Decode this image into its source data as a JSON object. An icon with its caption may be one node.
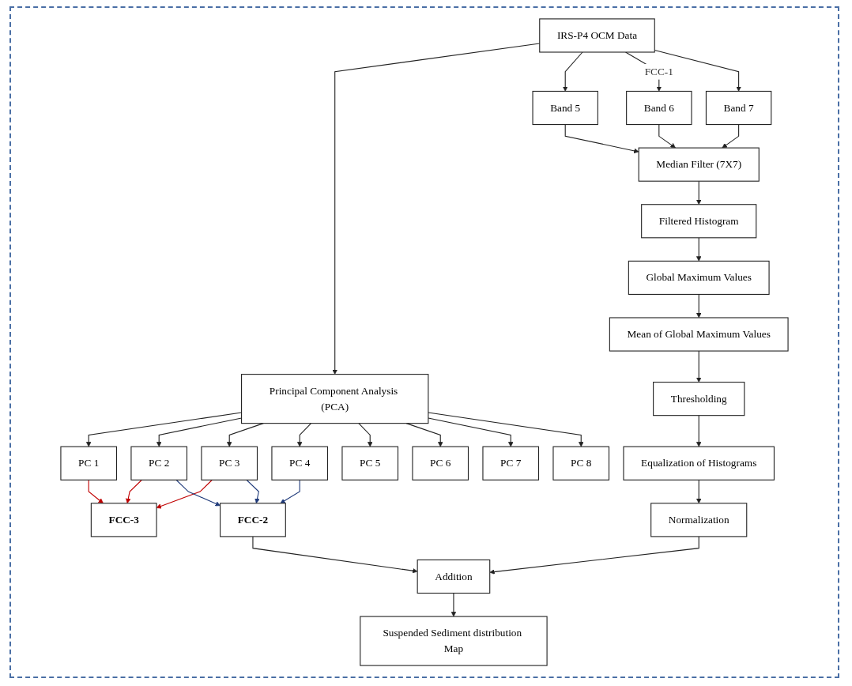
{
  "diagram": {
    "nodes": [
      {
        "text": [
          "IRS-P4 OCM Data"
        ]
      },
      {
        "text": [
          "Principal Component Analysis (PCA)"
        ]
      },
      {
        "text": [
          "Band 5"
        ]
      },
      {
        "text": [
          "Band 6"
        ]
      },
      {
        "text": [
          "Band 7"
        ]
      },
      {
        "text": [
          "PC 1"
        ]
      },
      {
        "text": [
          "PC 2"
        ]
      },
      {
        "text": [
          "PC 3"
        ]
      },
      {
        "text": [
          "PC 4"
        ]
      },
      {
        "text": [
          "PC 5"
        ]
      },
      {
        "text": [
          "PC 6"
        ]
      },
      {
        "text": [
          "PC 7"
        ]
      },
      {
        "text": [
          "PC 8"
        ]
      },
      {
        "text": [
          "FCC-3"
        ]
      },
      {
        "text": [
          "FCC-2"
        ]
      },
      {
        "text": [
          "Median Filter (7X7)"
        ]
      },
      {
        "text": [
          "Filtered Histogram"
        ]
      },
      {
        "text": [
          "Global Maximum Values"
        ]
      },
      {
        "text": [
          "Mean of Global Maximum Values"
        ]
      },
      {
        "text": [
          "Thresholding"
        ]
      },
      {
        "text": [
          "Equalization of Histograms"
        ]
      },
      {
        "text": [
          "Normalization"
        ]
      },
      {
        "text": [
          "Addition"
        ]
      },
      {
        "text": [
          "Suspended Sediment distribution Map"
        ]
      }
    ],
    "edges": [
      {
        "from": 0,
        "to": 1,
        "arrow": "to"
      },
      {
        "from": 0,
        "to": 2,
        "arrow": "to"
      },
      {
        "from": 0,
        "to": 3,
        "arrow": "to",
        "label": "FCC-1"
      },
      {
        "from": 0,
        "to": 4,
        "arrow": "to"
      },
      {
        "from": 1,
        "to": 5,
        "arrow": "to"
      },
      {
        "from": 1,
        "to": 6,
        "arrow": "to"
      },
      {
        "from": 1,
        "to": 7,
        "arrow": "to"
      },
      {
        "from": 1,
        "to": 8,
        "arrow": "to"
      },
      {
        "from": 1,
        "to": 9,
        "arrow": "to"
      },
      {
        "from": 1,
        "to": 10,
        "arrow": "to"
      },
      {
        "from": 1,
        "to": 11,
        "arrow": "to"
      },
      {
        "from": 1,
        "to": 12,
        "arrow": "to"
      },
      {
        "from": 5,
        "to": 13,
        "arrow": "to",
        "color": "#c00000"
      },
      {
        "from": 6,
        "to": 13,
        "arrow": "to",
        "color": "#c00000"
      },
      {
        "from": 7,
        "to": 13,
        "arrow": "to",
        "color": "#c00000"
      },
      {
        "from": 6,
        "to": 14,
        "arrow": "to",
        "color": "#1f3a7a"
      },
      {
        "from": 7,
        "to": 14,
        "arrow": "to",
        "color": "#1f3a7a"
      },
      {
        "from": 8,
        "to": 14,
        "arrow": "to",
        "color": "#1f3a7a"
      },
      {
        "from": 2,
        "to": 15,
        "arrow": "to"
      },
      {
        "from": 3,
        "to": 15,
        "arrow": "to"
      },
      {
        "from": 4,
        "to": 15,
        "arrow": "to"
      },
      {
        "from": 15,
        "to": 16,
        "arrow": "to"
      },
      {
        "from": 16,
        "to": 17,
        "arrow": "to"
      },
      {
        "from": 17,
        "to": 18,
        "arrow": "to"
      },
      {
        "from": 18,
        "to": 19,
        "arrow": "to"
      },
      {
        "from": 19,
        "to": 20,
        "arrow": "to"
      },
      {
        "from": 20,
        "to": 21,
        "arrow": "to"
      },
      {
        "from": 21,
        "to": 22,
        "arrow": "to"
      },
      {
        "from": 14,
        "to": 22,
        "arrow": "to"
      },
      {
        "from": 22,
        "to": 23,
        "arrow": "to"
      }
    ]
  }
}
